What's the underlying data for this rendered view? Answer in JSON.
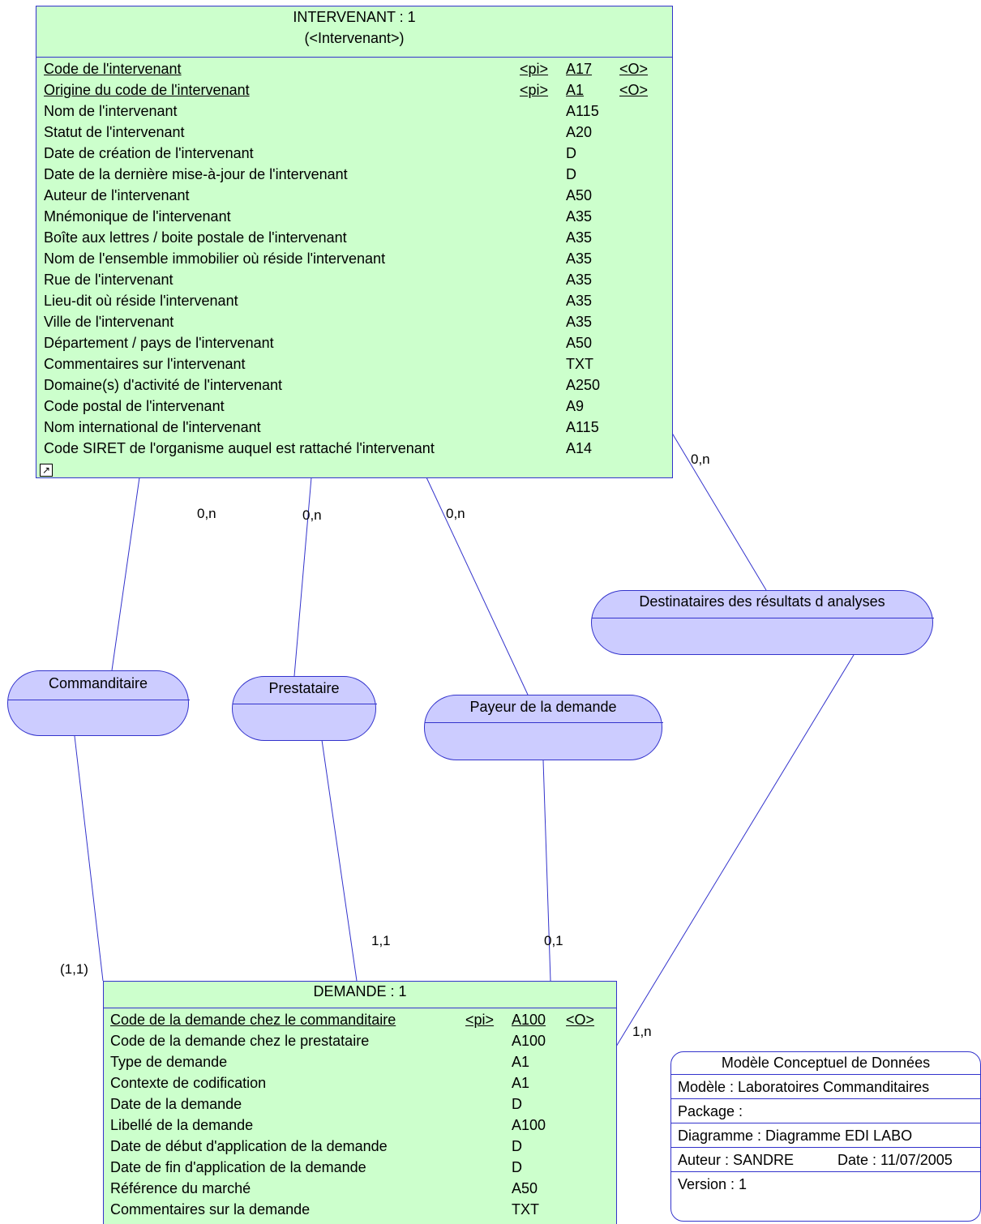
{
  "intervenant": {
    "title": "INTERVENANT : 1",
    "subtitle": "(<Intervenant>)",
    "attributes": [
      {
        "name": "Code de l'intervenant",
        "key": "<pi>",
        "type": "A17",
        "mand": "<O>"
      },
      {
        "name": "Origine du code de l'intervenant",
        "key": "<pi>",
        "type": "A1",
        "mand": "<O>"
      },
      {
        "name": "Nom de l'intervenant",
        "key": "",
        "type": "A115",
        "mand": ""
      },
      {
        "name": "Statut de l'intervenant",
        "key": "",
        "type": "A20",
        "mand": ""
      },
      {
        "name": "Date de création de l'intervenant",
        "key": "",
        "type": "D",
        "mand": ""
      },
      {
        "name": "Date de la dernière mise-à-jour de l'intervenant",
        "key": "",
        "type": "D",
        "mand": ""
      },
      {
        "name": "Auteur de l'intervenant",
        "key": "",
        "type": "A50",
        "mand": ""
      },
      {
        "name": "Mnémonique de l'intervenant",
        "key": "",
        "type": "A35",
        "mand": ""
      },
      {
        "name": "Boîte aux lettres / boite postale de l'intervenant",
        "key": "",
        "type": "A35",
        "mand": ""
      },
      {
        "name": "Nom de l'ensemble immobilier où réside l'intervenant",
        "key": "",
        "type": "A35",
        "mand": ""
      },
      {
        "name": "Rue de l'intervenant",
        "key": "",
        "type": "A35",
        "mand": ""
      },
      {
        "name": "Lieu-dit où réside l'intervenant",
        "key": "",
        "type": "A35",
        "mand": ""
      },
      {
        "name": "Ville de l'intervenant",
        "key": "",
        "type": "A35",
        "mand": ""
      },
      {
        "name": "Département / pays de l'intervenant",
        "key": "",
        "type": "A50",
        "mand": ""
      },
      {
        "name": "Commentaires sur l'intervenant",
        "key": "",
        "type": "TXT",
        "mand": ""
      },
      {
        "name": "Domaine(s) d'activité de l'intervenant",
        "key": "",
        "type": "A250",
        "mand": ""
      },
      {
        "name": "Code postal de l'intervenant",
        "key": "",
        "type": "A9",
        "mand": ""
      },
      {
        "name": "Nom international de l'intervenant",
        "key": "",
        "type": "A115",
        "mand": ""
      },
      {
        "name": "Code SIRET de l'organisme auquel est rattaché l'intervenant",
        "key": "",
        "type": "A14",
        "mand": ""
      }
    ],
    "shortcut_icon": "shortcut-arrow-icon"
  },
  "demande": {
    "title": "DEMANDE : 1",
    "attributes": [
      {
        "name": "Code de la demande chez le commanditaire",
        "key": "<pi>",
        "type": "A100",
        "mand": "<O>"
      },
      {
        "name": "Code de la demande chez le prestataire",
        "key": "",
        "type": "A100",
        "mand": ""
      },
      {
        "name": "Type de demande",
        "key": "",
        "type": "A1",
        "mand": ""
      },
      {
        "name": "Contexte de codification",
        "key": "",
        "type": "A1",
        "mand": ""
      },
      {
        "name": "Date de la demande",
        "key": "",
        "type": "D",
        "mand": ""
      },
      {
        "name": "Libellé de la demande",
        "key": "",
        "type": "A100",
        "mand": ""
      },
      {
        "name": "Date de début d'application de la demande",
        "key": "",
        "type": "D",
        "mand": ""
      },
      {
        "name": "Date de fin d'application de la demande",
        "key": "",
        "type": "D",
        "mand": ""
      },
      {
        "name": "Référence du marché",
        "key": "",
        "type": "A50",
        "mand": ""
      },
      {
        "name": "Commentaires sur la demande",
        "key": "",
        "type": "TXT",
        "mand": ""
      }
    ]
  },
  "associations": {
    "commanditaire": "Commanditaire",
    "prestataire": "Prestataire",
    "payeur": "Payeur de la demande",
    "destinataires": "Destinataires des résultats d analyses"
  },
  "cardinalities": {
    "commanditaire_top": "0,n",
    "prestataire_top": "0,n",
    "payeur_top": "0,n",
    "destinataires_top": "0,n",
    "commanditaire_bottom": "(1,1)",
    "prestataire_bottom": "1,1",
    "payeur_bottom": "0,1",
    "destinataires_bottom": "1,n"
  },
  "legend": {
    "title": "Modèle Conceptuel de Données",
    "model": "Modèle : Laboratoires Commanditaires",
    "package": "Package :",
    "diagram": "Diagramme : Diagramme EDI LABO",
    "author": "Auteur : SANDRE",
    "date": "Date : 11/07/2005",
    "version": "Version : 1"
  },
  "colors": {
    "entity_fill": "#ccffcc",
    "association_fill": "#ccccff",
    "line": "#3333cc"
  }
}
